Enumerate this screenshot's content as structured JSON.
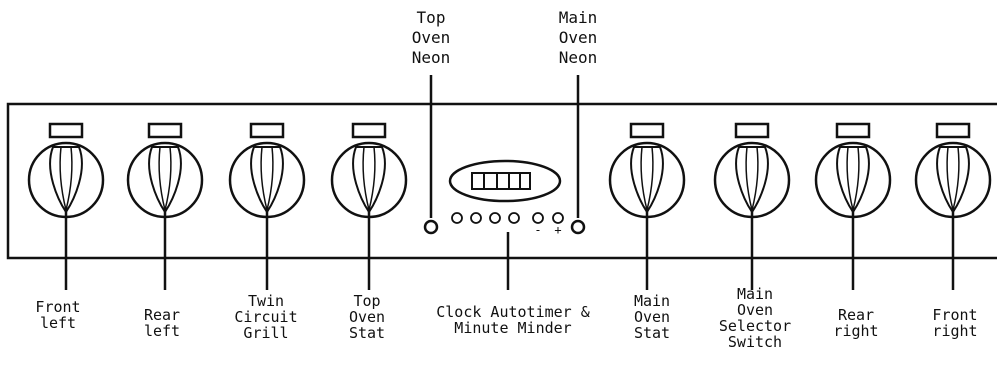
{
  "diagram": {
    "colors": {
      "stroke": "#111111",
      "background": "#ffffff"
    },
    "top_labels": [
      {
        "id": "top-oven-neon",
        "text": "Top\nOven\nNeon"
      },
      {
        "id": "main-oven-neon",
        "text": "Main\nOven\nNeon"
      }
    ],
    "knobs": [
      {
        "id": "front-left",
        "text": "Front\nleft"
      },
      {
        "id": "rear-left",
        "text": "Rear\nleft"
      },
      {
        "id": "twin-circuit-grill",
        "text": "Twin\nCircuit\nGrill"
      },
      {
        "id": "top-oven-stat",
        "text": "Top\nOven\nStat"
      },
      {
        "id": "main-oven-stat",
        "text": "Main\nOven\nStat"
      },
      {
        "id": "main-oven-selector-switch",
        "text": "Main\nOven\nSelector\nSwitch"
      },
      {
        "id": "rear-right",
        "text": "Rear\nright"
      },
      {
        "id": "front-right",
        "text": "Front\nright"
      }
    ],
    "clock": {
      "text": "Clock Autotimer &\nMinute Minder",
      "buttons": [
        "",
        "",
        "",
        "",
        "-",
        "+"
      ]
    }
  }
}
